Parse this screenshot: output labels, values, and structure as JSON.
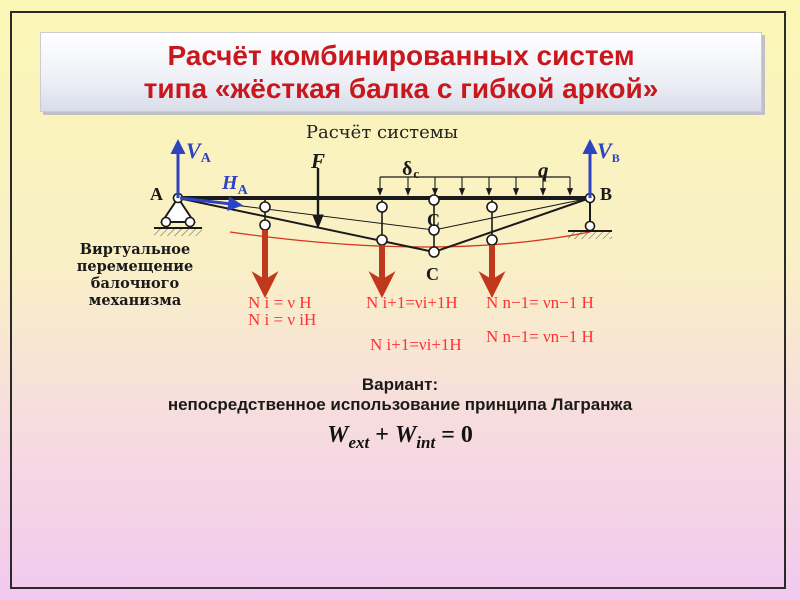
{
  "slide": {
    "title_line1": "Расчёт комбинированных систем",
    "title_line2": "типа «жёсткая балка с гибкой аркой»"
  },
  "scheme": {
    "subtitle": "Расчёт системы",
    "labels": {
      "va_main": "V",
      "va_sub": "A",
      "vb_main": "V",
      "vb_sub": "B",
      "ha_main": "H",
      "ha_sub": "A",
      "support_a": "A",
      "support_b": "B",
      "force": "F",
      "delta_main": "δ",
      "delta_sub": "c",
      "load": "q",
      "point_c_top": "C",
      "point_c_bottom": "C"
    },
    "virtual_text": [
      "Виртуальное",
      "перемещение",
      "балочного",
      "механизма"
    ],
    "forces": {
      "ni_a": "N i = ν  H",
      "ni_b": "N i = ν iH",
      "ni1_a": "N i+1=νi+1H",
      "ni1_b": "N i+1=νi+1H",
      "nn1_a": "N n−1= νn−1 H",
      "nn1_b": "N n−1= νn−1 H"
    },
    "colors": {
      "beam": "#1a1a1a",
      "force": "#c0391d",
      "label": "#ff3333",
      "vector": "#2e43c0",
      "displacement": "#d4351c"
    }
  },
  "variant": {
    "label": "Вариант:",
    "text": "непосредственное использование принципа Лагранжа"
  },
  "equation": {
    "w": "W",
    "ext": "ext",
    "plus": "+",
    "int": "int",
    "rhs": "= 0"
  }
}
